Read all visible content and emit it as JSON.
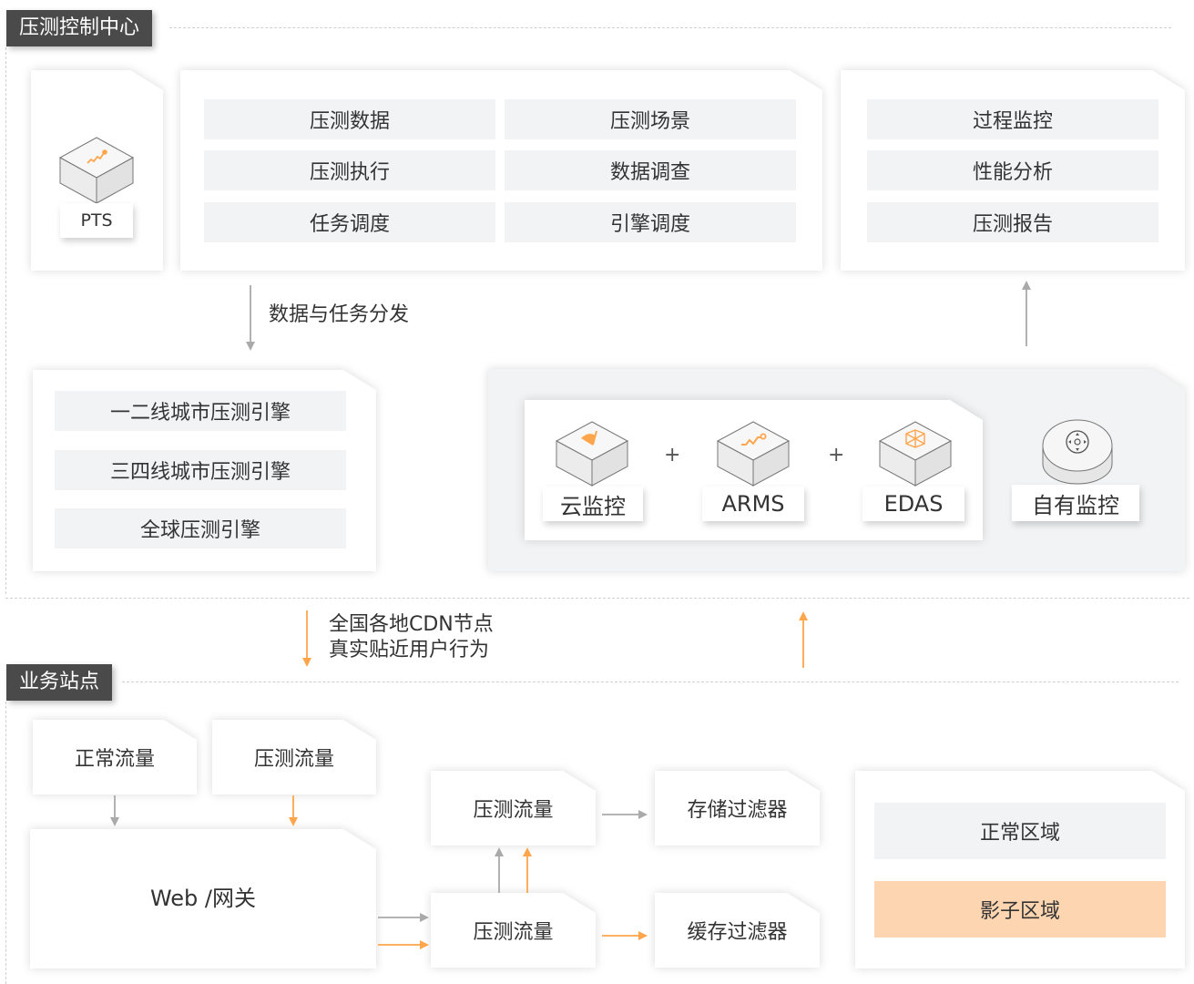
{
  "sections": {
    "control_center": "压测控制中心",
    "business_site": "业务站点"
  },
  "pts": {
    "label": "PTS"
  },
  "control_functions": [
    [
      "压测数据",
      "压测场景"
    ],
    [
      "压测执行",
      "数据调查"
    ],
    [
      "任务调度",
      "引擎调度"
    ]
  ],
  "analysis_functions": [
    "过程监控",
    "性能分析",
    "压测报告"
  ],
  "dispatch_label": "数据与任务分发",
  "engines": [
    "一二线城市压测引擎",
    "三四线城市压测引擎",
    "全球压测引擎"
  ],
  "monitoring": {
    "products": [
      {
        "name": "云监控",
        "icon": "dashboard-icon"
      },
      {
        "name": "ARMS",
        "icon": "trend-line-icon"
      },
      {
        "name": "EDAS",
        "icon": "cube-icon"
      }
    ],
    "plus": "+",
    "self": {
      "name": "自有监控",
      "icon": "direction-pad-icon"
    }
  },
  "cdn_note": [
    "全国各地CDN节点",
    "真实贴近用户行为"
  ],
  "business": {
    "normal_traffic": "正常流量",
    "test_traffic": "压测流量",
    "gateway": "Web /网关",
    "flow_nodes": [
      "压测流量",
      "压测流量"
    ],
    "filters": [
      "存储过滤器",
      "缓存过滤器"
    ],
    "regions": {
      "normal": "正常区域",
      "shadow": "影子区域"
    }
  },
  "colors": {
    "accent_orange": "#ffa64d",
    "arrow_grey": "#aaaaaa",
    "tag_bg": "#4a4a4a",
    "pill_bg": "#f1f3f4",
    "shadow_region_bg": "#fdd6b1"
  }
}
